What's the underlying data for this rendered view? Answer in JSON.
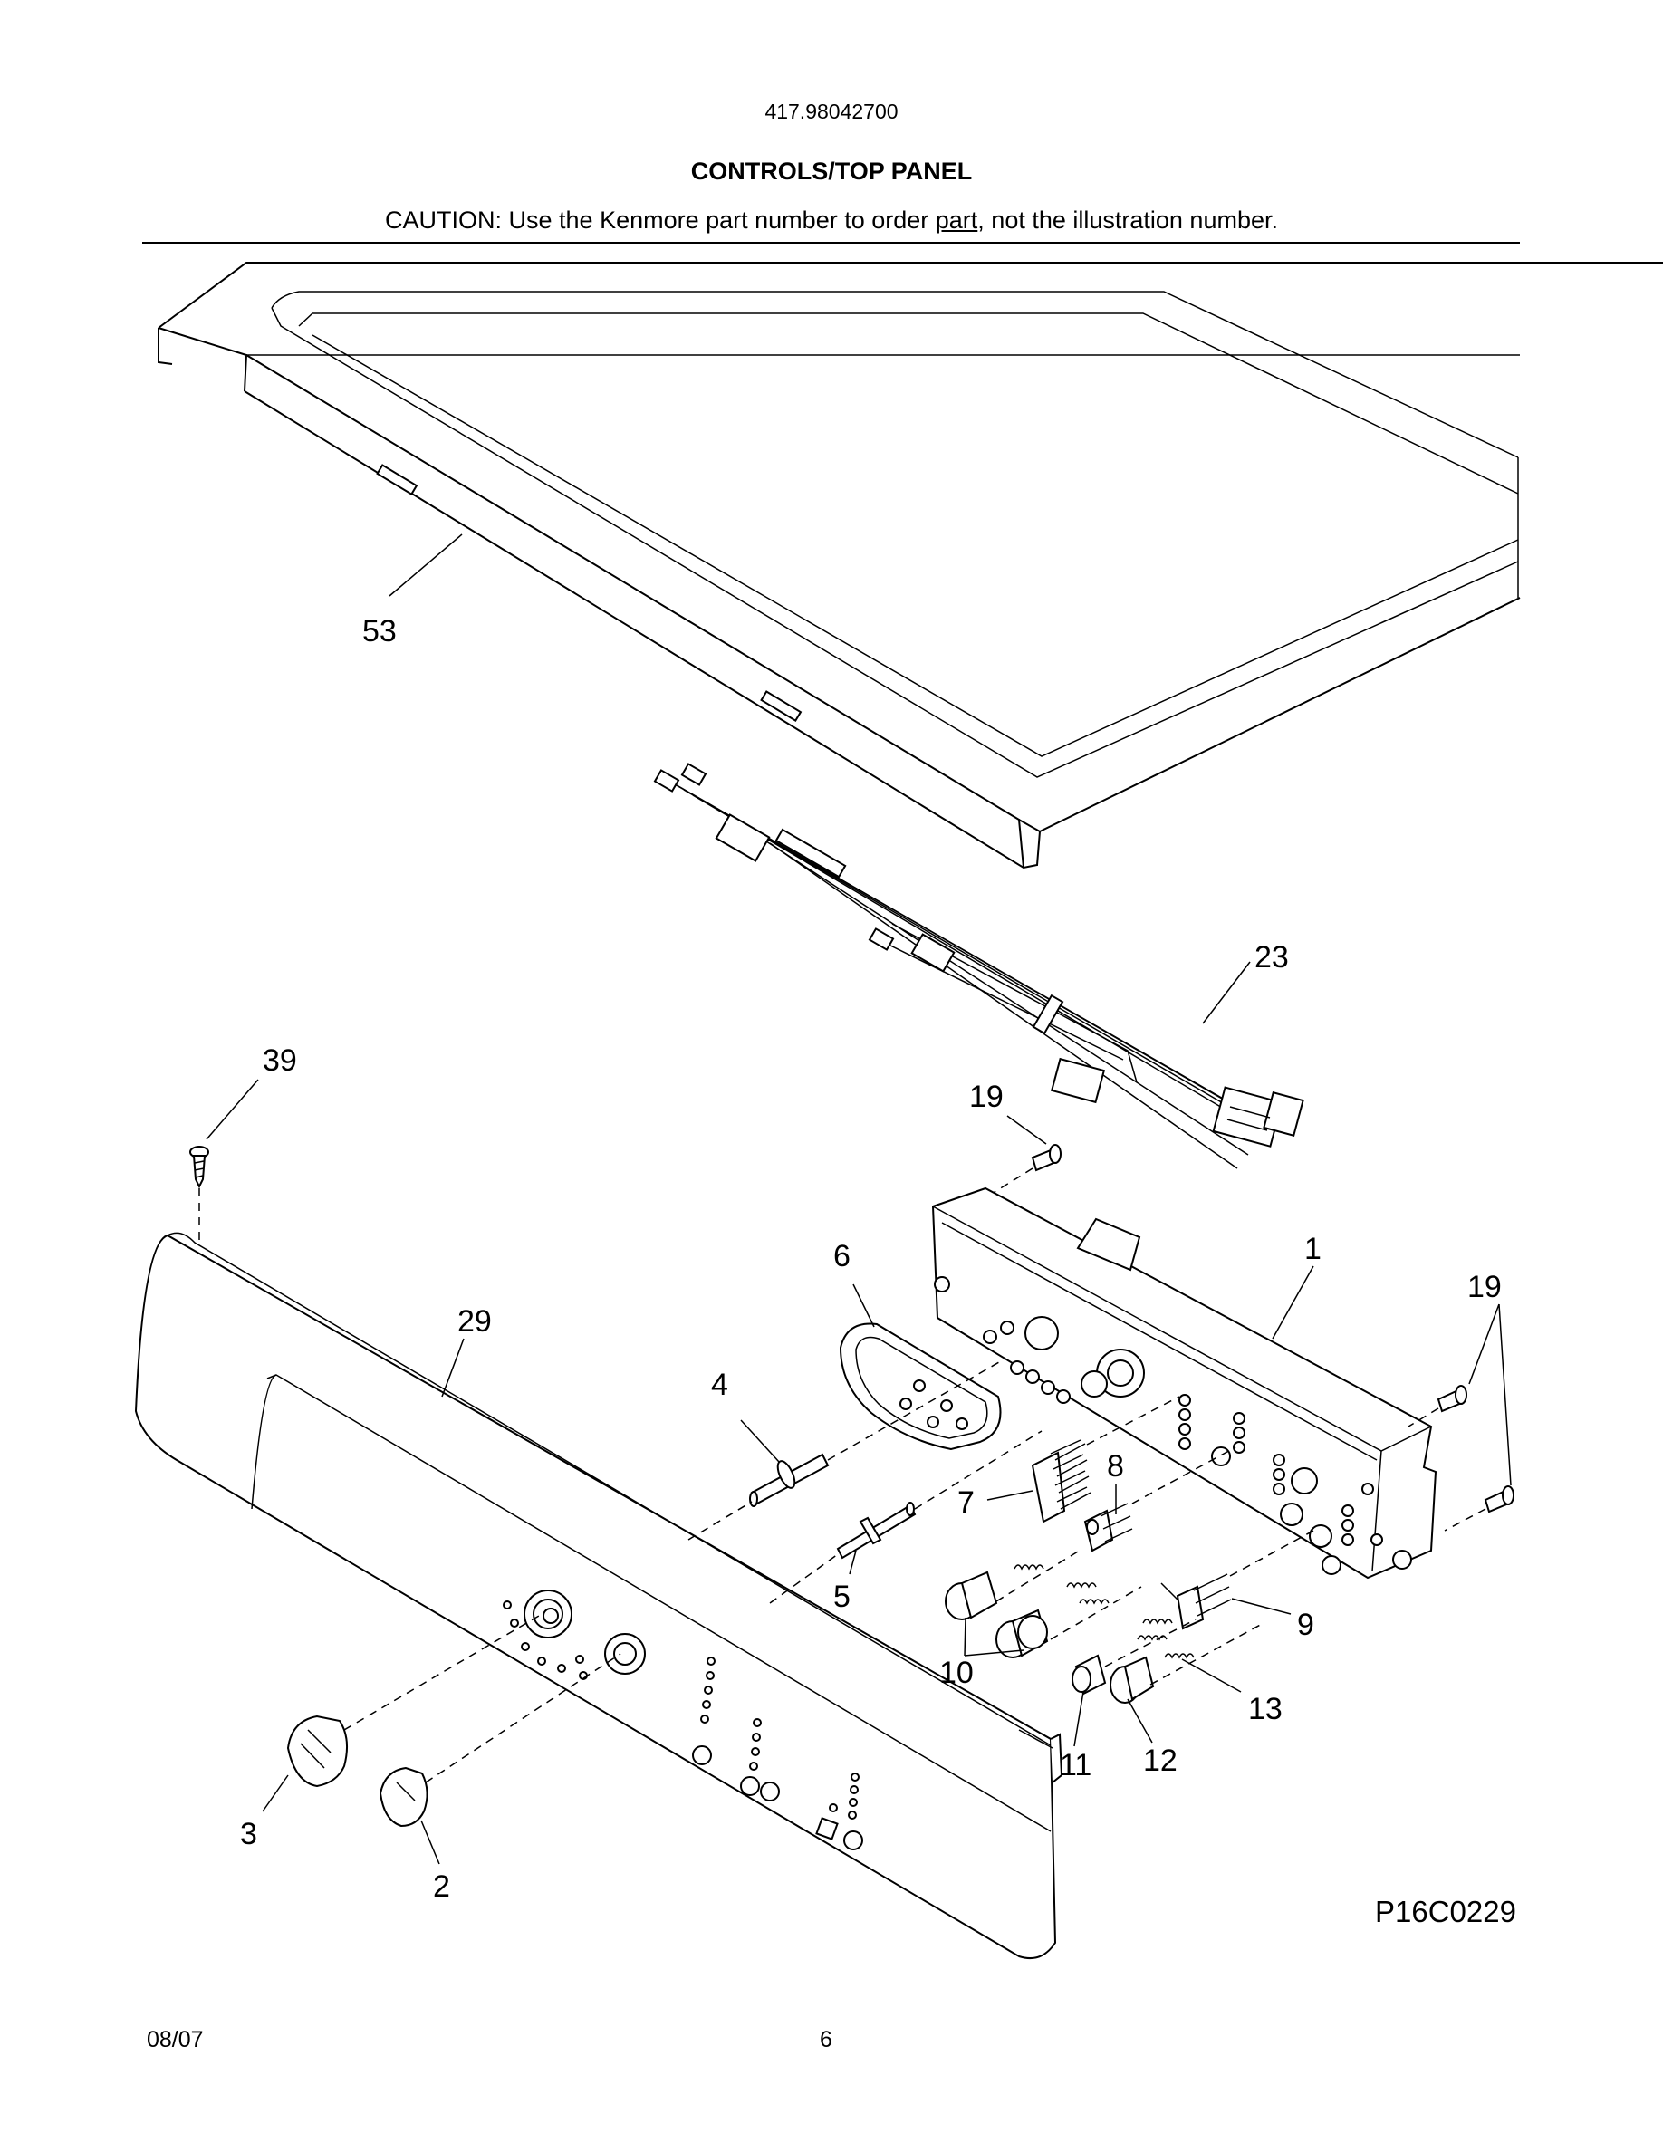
{
  "header": {
    "model_number": "417.98042700",
    "section_title": "CONTROLS/TOP PANEL",
    "caution_prefix": "CAUTION: Use the Kenmore part number to order ",
    "caution_underlined": "part",
    "caution_suffix": ", not the illustration number."
  },
  "diagram": {
    "figure_code": "P16C0229",
    "callouts": {
      "c1": "1",
      "c2": "2",
      "c3": "3",
      "c4": "4",
      "c5": "5",
      "c6": "6",
      "c7": "7",
      "c8": "8",
      "c9": "9",
      "c10": "10",
      "c11": "11",
      "c12": "12",
      "c13": "13",
      "c19a": "19",
      "c19b": "19",
      "c23": "23",
      "c29": "29",
      "c39": "39",
      "c53": "53"
    }
  },
  "footer": {
    "date": "08/07",
    "page_number": "6"
  }
}
